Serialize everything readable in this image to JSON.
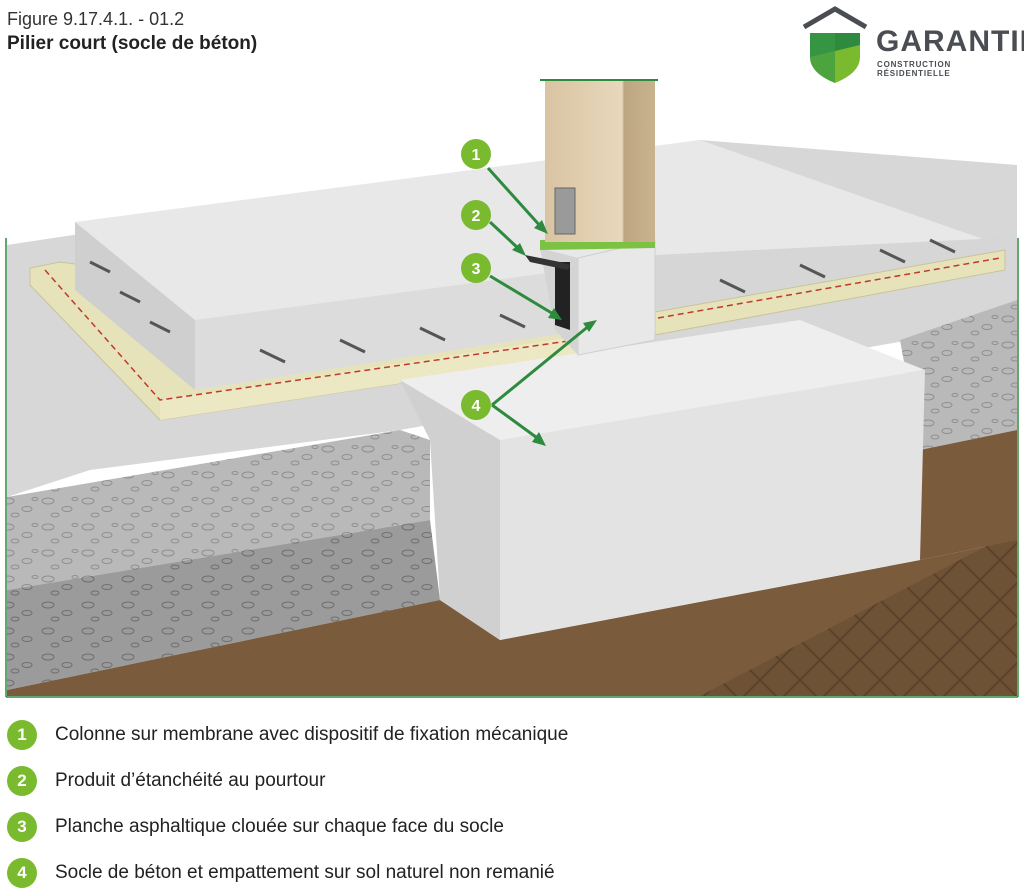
{
  "figure": {
    "number": "Figure 9.17.4.1. - 01.2",
    "title": "Pilier court (socle de béton)"
  },
  "logo": {
    "name": "GARANTIE",
    "subtitle": "CONSTRUCTION RÉSIDENTIELLE"
  },
  "callouts": [
    "1",
    "2",
    "3",
    "4"
  ],
  "legend": [
    {
      "num": "1",
      "text": "Colonne sur membrane avec dispositif de fixation mécanique"
    },
    {
      "num": "2",
      "text": "Produit d’étanchéité au pourtour"
    },
    {
      "num": "3",
      "text": "Planche asphaltique clouée sur chaque face du socle"
    },
    {
      "num": "4",
      "text": "Socle de béton et empattement sur sol naturel non remanié"
    }
  ],
  "colors": {
    "accent_green": "#79ba2f",
    "dark_green": "#2d8a3e",
    "concrete": "#e4e4e4",
    "soil": "#7a5b3c",
    "insulation": "#e6e2ba",
    "logo_gray": "#4a4d52"
  }
}
